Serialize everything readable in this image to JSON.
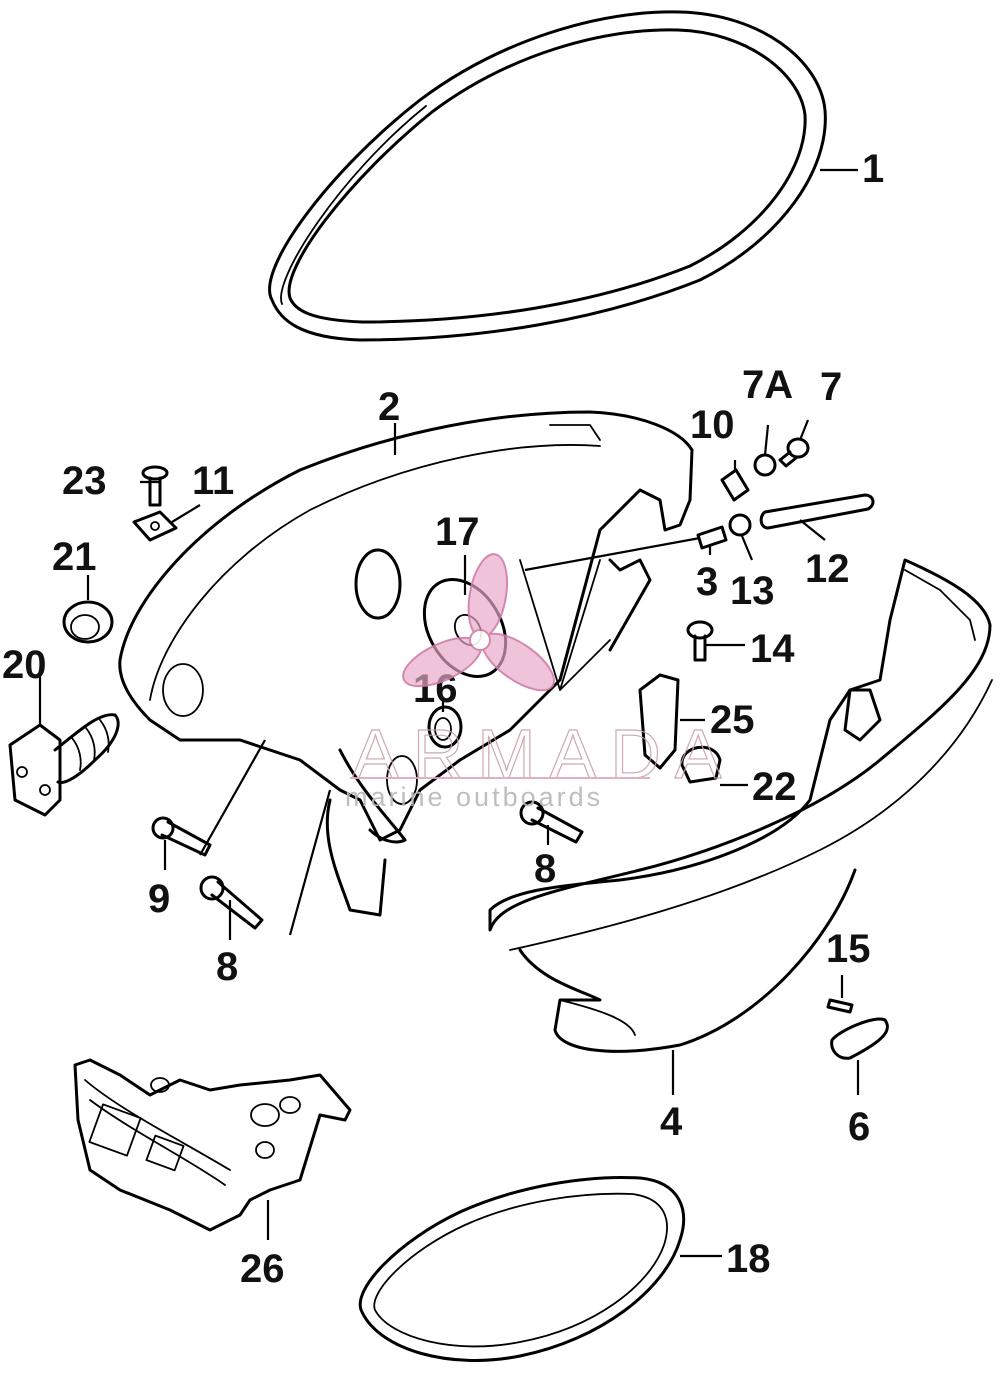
{
  "callouts": [
    {
      "id": "c1",
      "label": "1"
    },
    {
      "id": "c2",
      "label": "2"
    },
    {
      "id": "c3",
      "label": "3"
    },
    {
      "id": "c4",
      "label": "4"
    },
    {
      "id": "c6",
      "label": "6"
    },
    {
      "id": "c7",
      "label": "7"
    },
    {
      "id": "c7a",
      "label": "7A"
    },
    {
      "id": "c8a",
      "label": "8"
    },
    {
      "id": "c8b",
      "label": "8"
    },
    {
      "id": "c9",
      "label": "9"
    },
    {
      "id": "c10",
      "label": "10"
    },
    {
      "id": "c11",
      "label": "11"
    },
    {
      "id": "c12",
      "label": "12"
    },
    {
      "id": "c13",
      "label": "13"
    },
    {
      "id": "c14",
      "label": "14"
    },
    {
      "id": "c15",
      "label": "15"
    },
    {
      "id": "c16",
      "label": "16"
    },
    {
      "id": "c17",
      "label": "17"
    },
    {
      "id": "c18",
      "label": "18"
    },
    {
      "id": "c20",
      "label": "20"
    },
    {
      "id": "c21",
      "label": "21"
    },
    {
      "id": "c22",
      "label": "22"
    },
    {
      "id": "c23",
      "label": "23"
    },
    {
      "id": "c25",
      "label": "25"
    },
    {
      "id": "c26",
      "label": "26"
    }
  ],
  "watermark": {
    "brand": "ARMADA",
    "tagline": "marine outboards",
    "logo_icon": "propeller-icon",
    "color": "#e8a8c8"
  }
}
